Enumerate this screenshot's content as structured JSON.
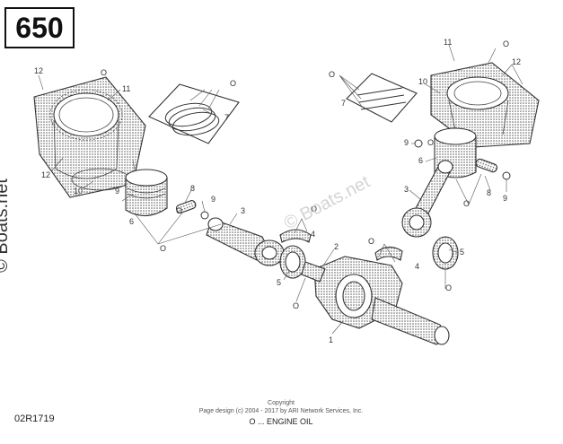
{
  "header": {
    "model_code": "650"
  },
  "callouts": {
    "c12_top_left": "12",
    "c11_left": "11",
    "c12_bottom_left": "12",
    "c10_left": "10",
    "c9_left": "9",
    "c6_left": "6",
    "c8_left": "8",
    "c9_left_pin": "9",
    "c7_left": "7",
    "c3_left": "3",
    "c4_mid": "4",
    "c5_left": "5",
    "c2": "2",
    "c1": "1",
    "c4_right": "4",
    "c5_right": "5",
    "c7_right": "7",
    "c10_right": "10",
    "c11_right": "11",
    "c12_right": "12",
    "c9_right": "9",
    "c6_right": "6",
    "c3_right": "3",
    "c8_right": "8",
    "c9_right_pin": "9"
  },
  "oil_marks": {
    "o1": "O",
    "o2": "O",
    "o3": "O",
    "o4": "O",
    "o5": "O",
    "o6": "O",
    "o7": "O",
    "o8": "O",
    "o9": "O",
    "o10": "O",
    "o11": "O",
    "o12": "O"
  },
  "watermarks": {
    "side": "© Boats.net",
    "middle": "© Boats.net"
  },
  "footer": {
    "copyright_label": "Copyright",
    "copyright_text": "Page design (c) 2004 - 2017 by ARI Network Services, Inc.",
    "legend": "O ... ENGINE OIL",
    "reference_code": "02R1719"
  }
}
